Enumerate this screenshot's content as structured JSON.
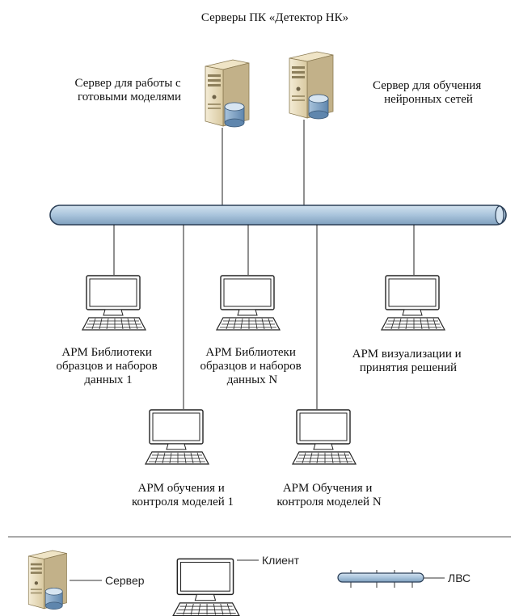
{
  "title": "Серверы ПК «Детектор НК»",
  "servers": [
    {
      "id": "models",
      "label": [
        "Сервер для работы с",
        "готовыми моделями"
      ],
      "icon": "server-icon"
    },
    {
      "id": "training",
      "label": [
        "Сервер для обучения",
        "нейронных сетей"
      ],
      "icon": "server-icon"
    }
  ],
  "workstations": [
    {
      "id": "library-1",
      "label": [
        "АРМ Библиотеки",
        "образцов и наборов",
        "данных 1"
      ],
      "icon": "computer-icon"
    },
    {
      "id": "library-n",
      "label": [
        "АРМ Библиотеки",
        "образцов и наборов",
        "данных N"
      ],
      "icon": "computer-icon"
    },
    {
      "id": "visualization",
      "label": [
        "АРМ визуализации и",
        "принятия решений"
      ],
      "icon": "computer-icon"
    },
    {
      "id": "training-1",
      "label": [
        "АРМ обучения и",
        "контроля моделей 1"
      ],
      "icon": "computer-icon"
    },
    {
      "id": "training-n",
      "label": [
        "АРМ Обучения и",
        "контроля моделей N"
      ],
      "icon": "computer-icon"
    }
  ],
  "network": {
    "icon": "lan-bus-icon"
  },
  "legend": {
    "server": "Сервер",
    "client": "Клиент",
    "lan": "ЛВС"
  },
  "colors": {
    "server_body": "#e6d9b8",
    "server_side": "#b8a77d",
    "bus_fill": "#a9c4dc",
    "bus_stroke": "#2b3f57",
    "db_fill": "#8fb0cf"
  }
}
